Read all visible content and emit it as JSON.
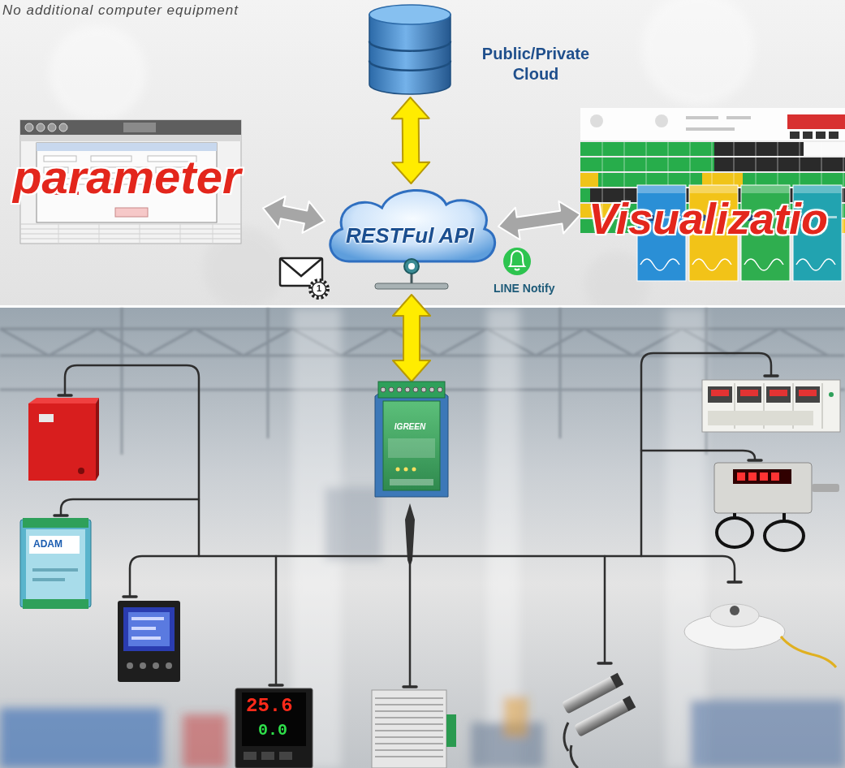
{
  "diagram": {
    "nodes": [
      {
        "text": [
          "Public/Private Cloud"
        ]
      },
      {
        "text": [
          "parameter"
        ]
      },
      {
        "text": [
          "RESTFul API"
        ]
      },
      {
        "text": [
          "Visualizatio"
        ]
      },
      {
        "text": [
          "IGREEN"
        ]
      }
    ],
    "edges": [
      {
        "from": 2,
        "to": 0,
        "arrow": "both"
      },
      {
        "from": 1,
        "to": 2,
        "arrow": "both"
      },
      {
        "from": 3,
        "to": 2,
        "arrow": "both"
      },
      {
        "from": 2,
        "to": 4,
        "arrow": "both"
      }
    ],
    "labels": [
      "No additional computer equipment",
      "1",
      "LINE Notify",
      "ADAM",
      "25.6",
      "0.0"
    ]
  }
}
